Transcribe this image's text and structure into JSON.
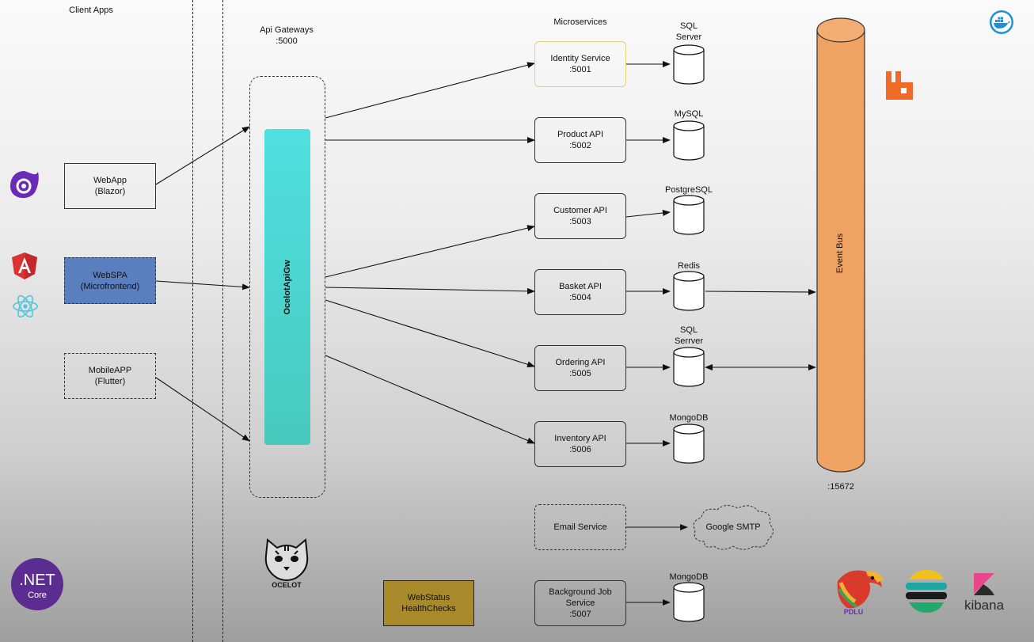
{
  "sections": {
    "client_apps": "Client Apps",
    "api_gateways": "Api Gateways",
    "api_gateways_port": ":5000",
    "microservices": "Microservices"
  },
  "clients": [
    {
      "title": "WebApp",
      "sub": "(Blazor)"
    },
    {
      "title": "WebSPA",
      "sub": "(Microfrontend)"
    },
    {
      "title": "MobileAPP",
      "sub": "(Flutter)"
    }
  ],
  "gateway": {
    "label": "OcelotApiGw",
    "logo_text": "OCELOT"
  },
  "services": [
    {
      "title": "Identity Service",
      "port": ":5001"
    },
    {
      "title": "Product API",
      "port": ":5002"
    },
    {
      "title": "Customer API",
      "port": ":5003"
    },
    {
      "title": "Basket API",
      "port": ":5004"
    },
    {
      "title": "Ordering API",
      "port": ":5005"
    },
    {
      "title": "Inventory API",
      "port": ":5006"
    },
    {
      "title": "Email Service",
      "port": ""
    },
    {
      "title": "Background Job",
      "title2": "Service",
      "port": ":5007"
    }
  ],
  "databases": [
    {
      "line1": "SQL",
      "line2": "Server"
    },
    {
      "line1": "MySQL",
      "line2": ""
    },
    {
      "line1": "PostgreSQL",
      "line2": ""
    },
    {
      "line1": "Redis",
      "line2": ""
    },
    {
      "line1": "SQL",
      "line2": "Serrver"
    },
    {
      "line1": "MongoDB",
      "line2": ""
    },
    {
      "line1": "MongoDB",
      "line2": ""
    }
  ],
  "smtp": "Google SMTP",
  "event_bus": {
    "label": "Event Bus",
    "port": ":15672"
  },
  "healthchecks": {
    "line1": "WebStatus",
    "line2": "HealthChecks"
  },
  "logos": {
    "dotnet_line1": ".NET",
    "dotnet_line2": "Core",
    "kibana": "kibana",
    "seq": "PDLU"
  },
  "colors": {
    "gateway_teal": "#4dd6d6",
    "event_bus_orange": "#f0a263",
    "webspa_blue": "#5a7fbf",
    "healthcheck_gold": "#a88a2a",
    "dotnet_purple": "#5c2d91",
    "rabbitmq_orange": "#f26a28",
    "blazor_purple": "#6a2bb8",
    "angular_red": "#dd3232",
    "react_cyan": "#4fc4dc"
  },
  "icons": [
    "blazor-icon",
    "angular-icon",
    "react-icon",
    "docker-icon",
    "rabbitmq-icon",
    "ocelot-icon",
    "dotnet-core-icon",
    "seq-icon",
    "elastic-icon",
    "kibana-icon"
  ]
}
